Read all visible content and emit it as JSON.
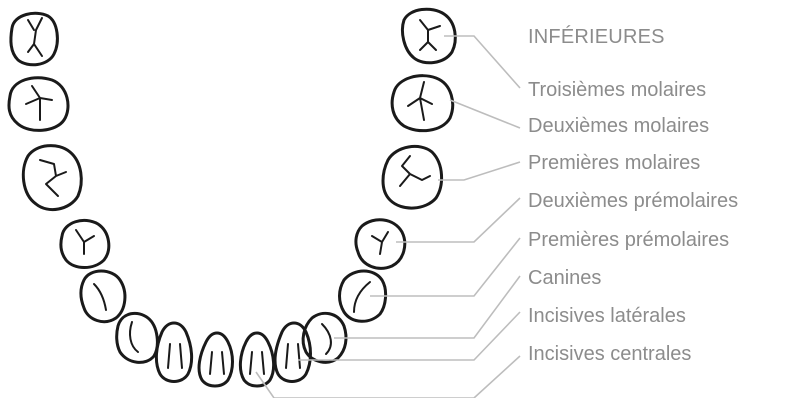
{
  "diagram": {
    "title": "INFÉRIEURES",
    "labels": [
      "Troisièmes molaires",
      "Deuxièmes molaires",
      "Premières molaires",
      "Deuxièmes prémolaires",
      "Premières prémolaires",
      "Canines",
      "Incisives latérales",
      "Incisives centrales"
    ],
    "colors": {
      "tooth_outline": "#1a1a1a",
      "leader_line": "#bdbdbd",
      "label_text": "#8c8c8c"
    }
  }
}
